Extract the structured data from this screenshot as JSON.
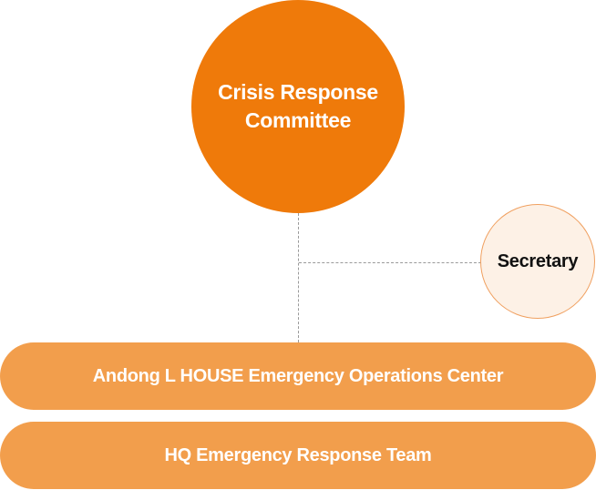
{
  "committee": {
    "label": "Crisis Response Committee",
    "color": "#ef7a0a"
  },
  "secretary": {
    "label": "Secretary",
    "fill_color": "#fdf1e6",
    "border_color": "#f0a060"
  },
  "units": [
    {
      "label": "Andong L HOUSE Emergency Operations Center"
    },
    {
      "label": "HQ Emergency Response Team"
    }
  ],
  "unit_color": "#f29e4c",
  "connector_color": "#9a9a9a"
}
